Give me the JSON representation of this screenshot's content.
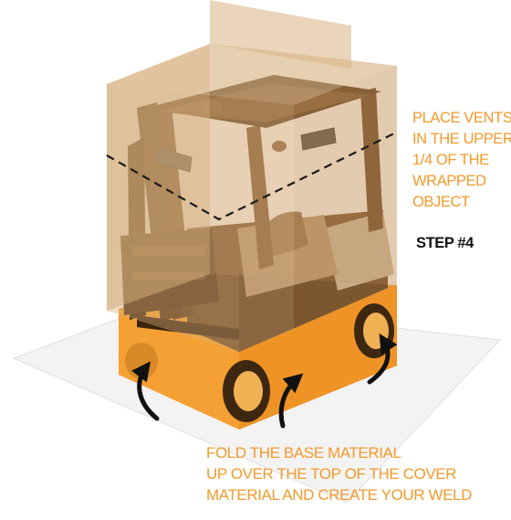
{
  "colors": {
    "accent_orange": "#f39a2b",
    "cover_tan": "#d2ab78",
    "base_orange": "#f5a033",
    "forklift_brown": "#5e3d1e",
    "floor": "#f2f2f2",
    "text_dark": "#111111"
  },
  "icons": [
    "fold-arrow-icon",
    "dashed-vent-line"
  ],
  "vents_note": {
    "lines": [
      "PLACE VENTS",
      "IN THE UPPER",
      "1/4 OF THE",
      "WRAPPED",
      "OBJECT"
    ]
  },
  "step_label": "STEP #4",
  "fold_note": {
    "lines": [
      "FOLD THE BASE MATERIAL",
      "UP OVER THE TOP OF THE COVER",
      "MATERIAL AND CREATE YOUR WELD"
    ]
  }
}
